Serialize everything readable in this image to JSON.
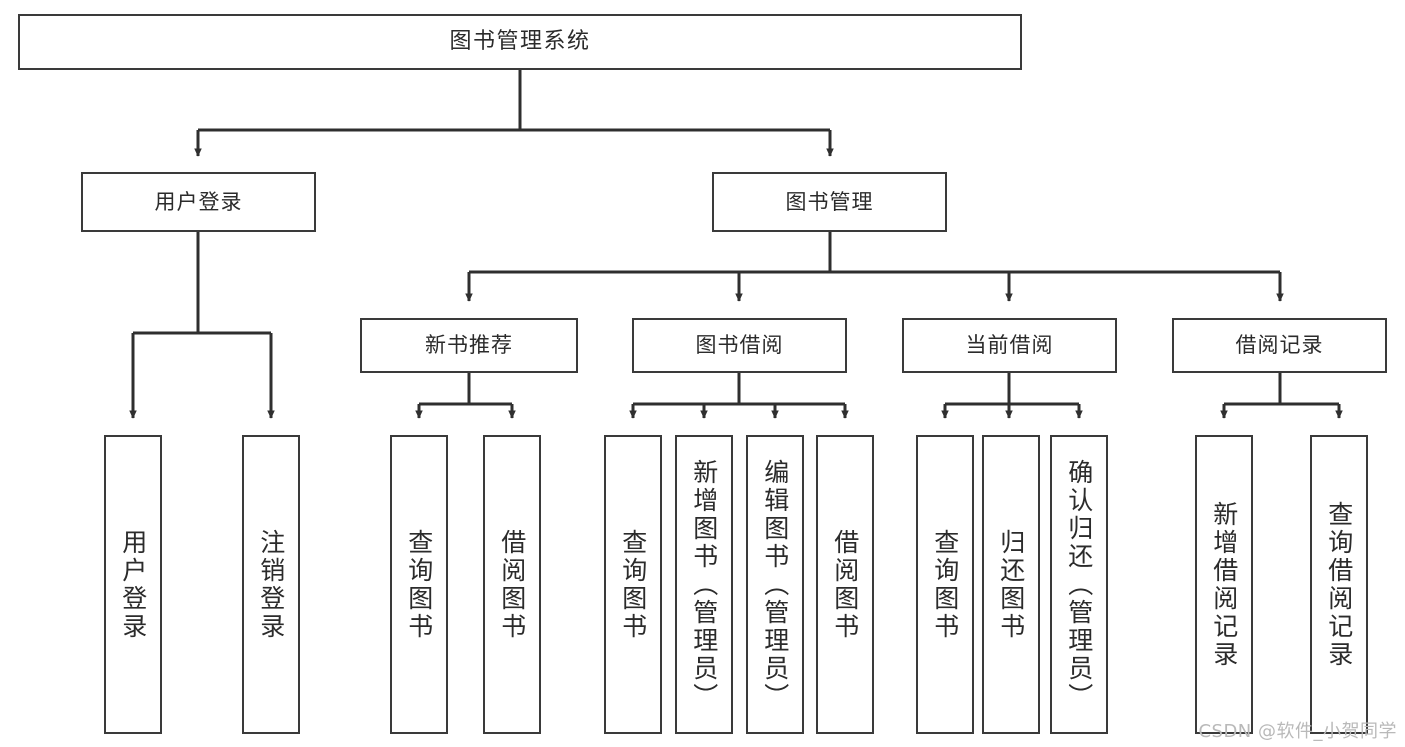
{
  "diagram": {
    "title": "图书管理系统",
    "type": "tree",
    "colors": {
      "box_border": "#3a3a3a",
      "box_fill": "#ffffff",
      "connector": "#2f2f2f",
      "text": "#2b2b2b",
      "watermark": "#b9b9b9",
      "background": "#ffffff"
    },
    "nodes": {
      "root": {
        "label": "图书管理系统"
      },
      "level2": [
        {
          "id": "user-login",
          "label": "用户登录"
        },
        {
          "id": "book-manage",
          "label": "图书管理"
        }
      ],
      "level3": [
        {
          "id": "new-book-rec",
          "label": "新书推荐"
        },
        {
          "id": "book-borrow",
          "label": "图书借阅"
        },
        {
          "id": "current-borrow",
          "label": "当前借阅"
        },
        {
          "id": "borrow-record",
          "label": "借阅记录"
        }
      ],
      "leaves": {
        "user_login": [
          {
            "id": "leaf-user-login",
            "label": "用户登录"
          },
          {
            "id": "leaf-user-logout",
            "label": "注销登录"
          }
        ],
        "new_book_rec": [
          {
            "id": "leaf-query-book-1",
            "label": "查询图书"
          },
          {
            "id": "leaf-borrow-book-1",
            "label": "借阅图书"
          }
        ],
        "book_borrow": [
          {
            "id": "leaf-query-book-2",
            "label": "查询图书"
          },
          {
            "id": "leaf-add-book",
            "label": "新增图书（管理员）"
          },
          {
            "id": "leaf-edit-book",
            "label": "编辑图书（管理员）"
          },
          {
            "id": "leaf-borrow-book-2",
            "label": "借阅图书"
          }
        ],
        "current_borrow": [
          {
            "id": "leaf-query-book-3",
            "label": "查询图书"
          },
          {
            "id": "leaf-return-book",
            "label": "归还图书"
          },
          {
            "id": "leaf-confirm-return",
            "label": "确认归还（管理员）"
          }
        ],
        "borrow_record": [
          {
            "id": "leaf-add-record",
            "label": "新增借阅记录"
          },
          {
            "id": "leaf-query-record",
            "label": "查询借阅记录"
          }
        ]
      }
    },
    "watermark": "CSDN @软件_小贺同学"
  }
}
